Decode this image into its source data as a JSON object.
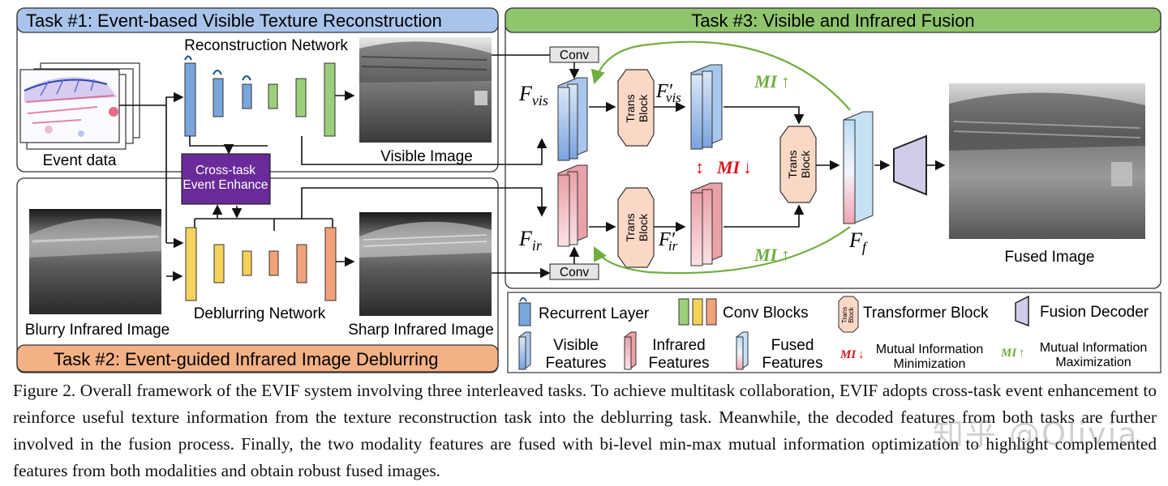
{
  "tasks": {
    "task1_title": "Task #1: Event-based Visible Texture Reconstruction",
    "task2_title": "Task #2: Event-guided Infrared Image Deblurring",
    "task3_title": "Task #3: Visible and Infrared Fusion"
  },
  "labels": {
    "reconstruction_network": "Reconstruction Network",
    "deblurring_network": "Deblurring Network",
    "event_data": "Event data",
    "visible_image": "Visible Image",
    "blurry_infrared_image": "Blurry Infrared Image",
    "sharp_infrared_image": "Sharp Infrared Image",
    "cross_task_line1": "Cross-task",
    "cross_task_line2": "Event Enhance",
    "conv": "Conv",
    "trans": "Trans",
    "block": "Block",
    "fused_image": "Fused Image",
    "mi": "MI",
    "f": "F",
    "sub_vis": "vis",
    "sub_ir": "ir",
    "sub_f": "f",
    "prime": "′",
    "arrow_up": "↑",
    "arrow_down": "↓",
    "updown": "↕"
  },
  "legend": {
    "recurrent_layer": "Recurrent Layer",
    "conv_blocks": "Conv Blocks",
    "transformer_block": "Transformer Block",
    "fusion_decoder": "Fusion Decoder",
    "visible_line1": "Visible",
    "visible_line2": "Features",
    "infrared_line1": "Infrared",
    "infrared_line2": "Features",
    "fused_line1": "Fused",
    "fused_line2": "Features",
    "mi_min_line1": "Mutual Information",
    "mi_min_line2": "Minimization",
    "mi_max_line1": "Mutual Information",
    "mi_max_line2": "Maximization"
  },
  "colors": {
    "task1_header": "#a9c4ea",
    "task2_header": "#f3b184",
    "task3_header": "#8fc56d",
    "cross_task": "#6a2a9a",
    "mi_max": "#6fae3e",
    "mi_min": "#d9141b",
    "recurrent": "#7aa6dc",
    "conv_green": "#9ccf7c",
    "conv_yellow": "#f5d25a",
    "conv_orange": "#f2a27a",
    "trans_block": "#fbd8c6",
    "decoder": "#cfcbe9"
  },
  "caption": "Figure 2. Overall framework of the EVIF system involving three interleaved tasks. To achieve multitask collaboration, EVIF adopts cross-task event enhancement to reinforce useful texture information from the texture reconstruction task into the deblurring task. Meanwhile, the decoded features from both tasks are further involved in the fusion process. Finally, the two modality features are fused with bi-level min-max mutual information optimization to highlight complemented features from both modalities and obtain robust fused images.",
  "watermark": "知乎 @Olivia"
}
